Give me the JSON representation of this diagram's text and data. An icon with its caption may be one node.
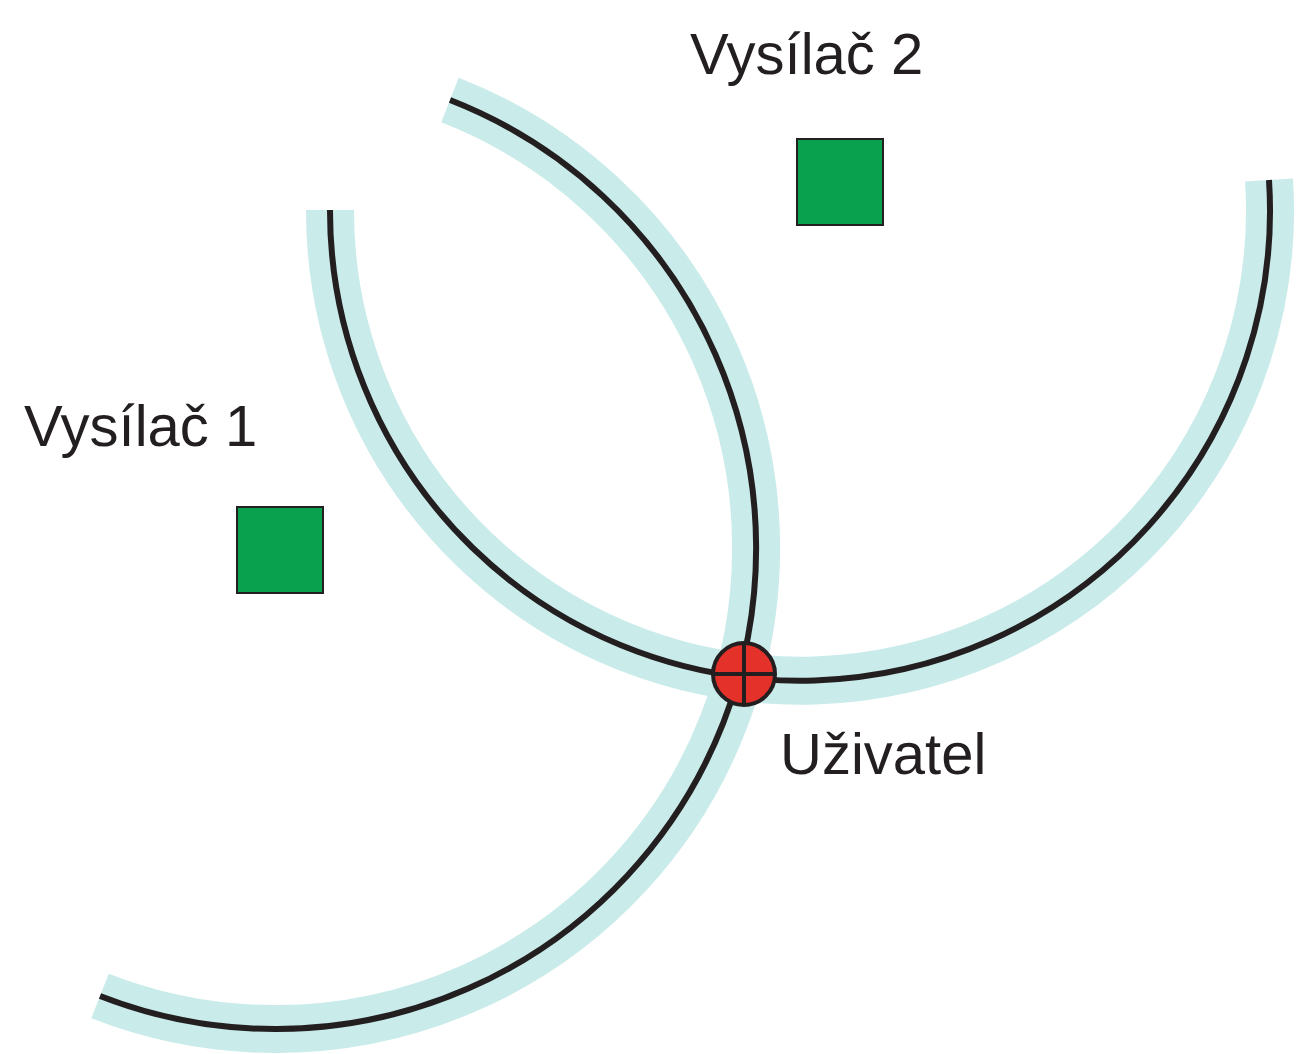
{
  "diagram": {
    "nodes": [
      {
        "text": [
          "Vysílač 2"
        ]
      },
      {
        "text": [
          "Vysílač 1"
        ]
      },
      {
        "text": [
          "Uživatel"
        ]
      }
    ]
  }
}
